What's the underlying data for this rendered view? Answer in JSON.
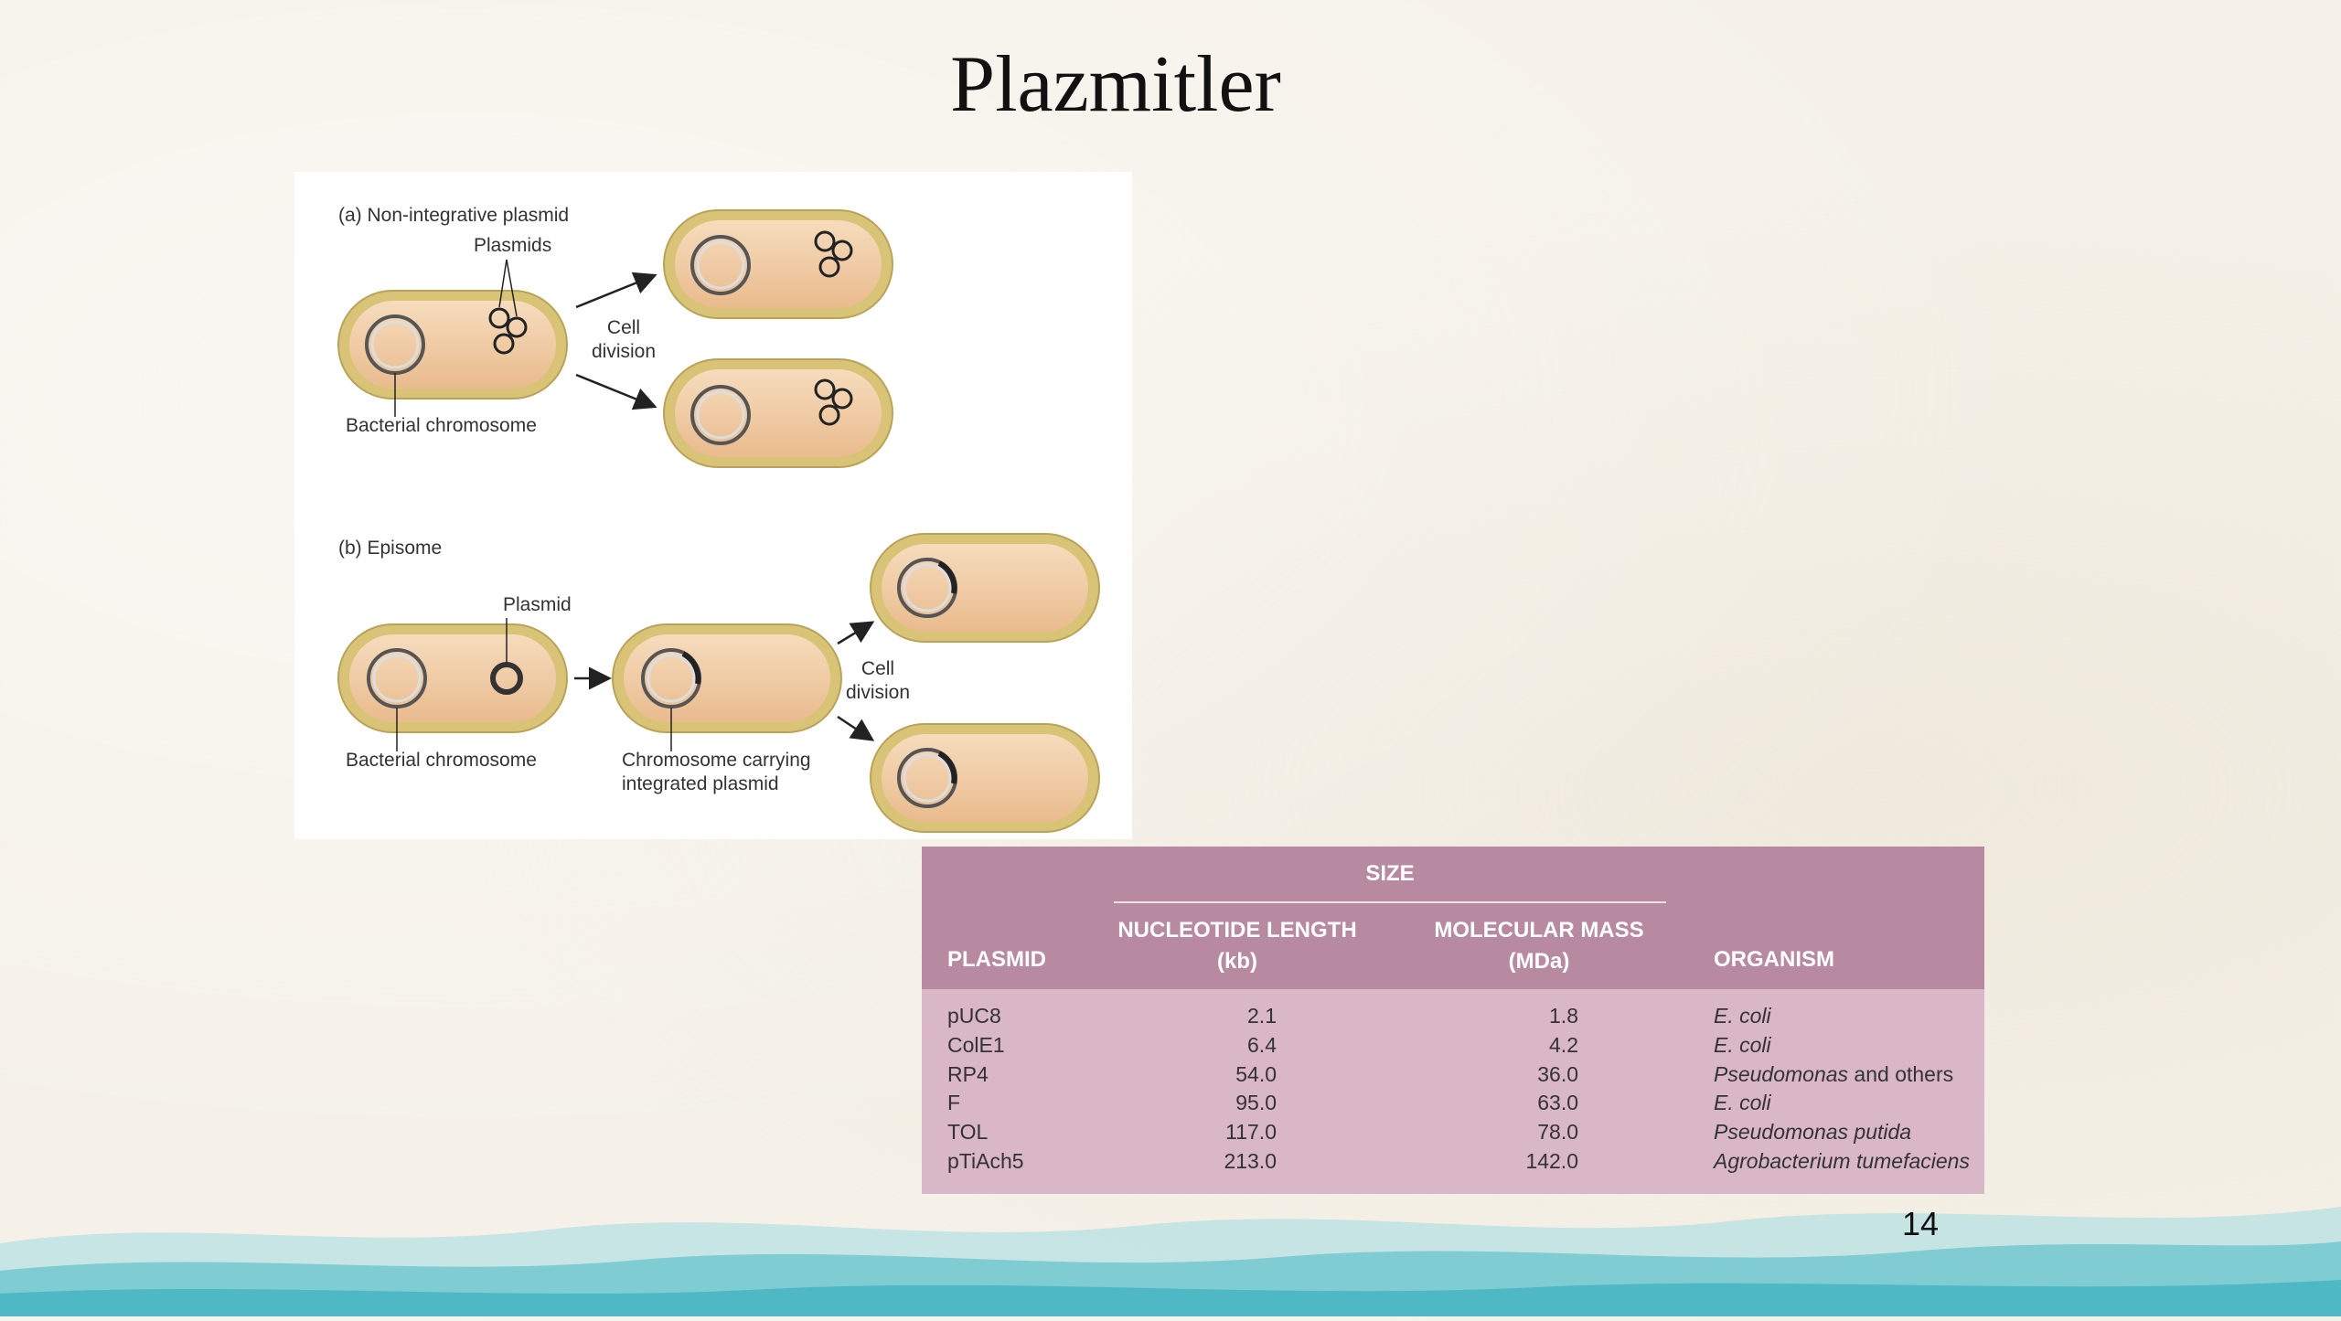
{
  "slide": {
    "title": "Plazmitler",
    "page_number": "14"
  },
  "figure": {
    "panel_a": {
      "heading": "(a) Non-integrative plasmid",
      "plasmids_label": "Plasmids",
      "chromosome_label": "Bacterial chromosome",
      "cell_division_line1": "Cell",
      "cell_division_line2": "division"
    },
    "panel_b": {
      "heading": "(b) Episome",
      "plasmid_label": "Plasmid",
      "chromosome_label": "Bacterial chromosome",
      "integrated_line1": "Chromosome carrying",
      "integrated_line2": "integrated plasmid",
      "cell_division_line1": "Cell",
      "cell_division_line2": "division"
    }
  },
  "table": {
    "header": {
      "size": "SIZE",
      "plasmid": "PLASMID",
      "nucleotide_length_line1": "NUCLEOTIDE LENGTH",
      "nucleotide_length_line2": "(kb)",
      "molecular_mass_line1": "MOLECULAR MASS",
      "molecular_mass_line2": "(MDa)",
      "organism": "ORGANISM"
    },
    "rows": [
      {
        "plasmid": "pUC8",
        "kb": "2.1",
        "mda": "1.8",
        "organism": "E. coli",
        "organism_suffix": ""
      },
      {
        "plasmid": "ColE1",
        "kb": "6.4",
        "mda": "4.2",
        "organism": "E. coli",
        "organism_suffix": ""
      },
      {
        "plasmid": "RP4",
        "kb": "54.0",
        "mda": "36.0",
        "organism": "Pseudomonas",
        "organism_suffix": " and others"
      },
      {
        "plasmid": "F",
        "kb": "95.0",
        "mda": "63.0",
        "organism": "E. coli",
        "organism_suffix": ""
      },
      {
        "plasmid": "TOL",
        "kb": "117.0",
        "mda": "78.0",
        "organism": "Pseudomonas putida",
        "organism_suffix": ""
      },
      {
        "plasmid": "pTiAch5",
        "kb": "213.0",
        "mda": "142.0",
        "organism": "Agrobacterium tumefaciens",
        "organism_suffix": ""
      }
    ]
  },
  "colors": {
    "table_header": "#b78aa1",
    "table_body": "#d9b7c6",
    "cell_outer": "#d9c377",
    "cell_inner": "#f1cfa6",
    "wave_teal": "#62c2cc"
  }
}
